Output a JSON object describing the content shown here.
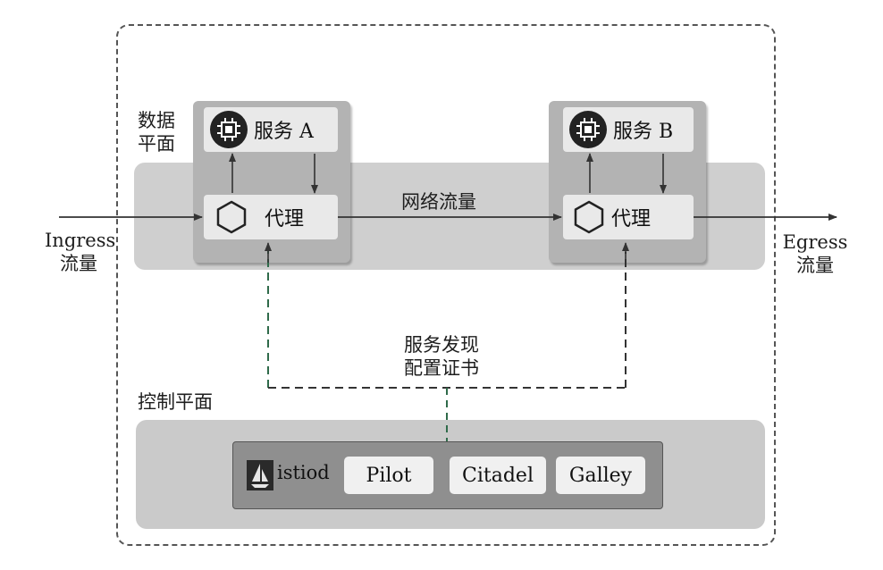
{
  "data_plane": {
    "label_line1": "数据",
    "label_line2": "平面"
  },
  "control_plane": {
    "label": "控制平面"
  },
  "service_a": {
    "label": "服务 A",
    "proxy_label": "代理"
  },
  "service_b": {
    "label": "服务 B",
    "proxy_label": "代理"
  },
  "traffic": {
    "mesh_label": "网络流量",
    "ingress_line1": "Ingress",
    "ingress_line2": "流量",
    "egress_line1": "Egress",
    "egress_line2": "流量"
  },
  "config": {
    "line1": "服务发现",
    "line2": "配置证书"
  },
  "istiod": {
    "name": "istiod",
    "components": [
      "Pilot",
      "Citadel",
      "Galley"
    ]
  },
  "icons": {
    "service": "chip-icon",
    "proxy": "hexagon-icon",
    "istiod": "sail-icon"
  }
}
